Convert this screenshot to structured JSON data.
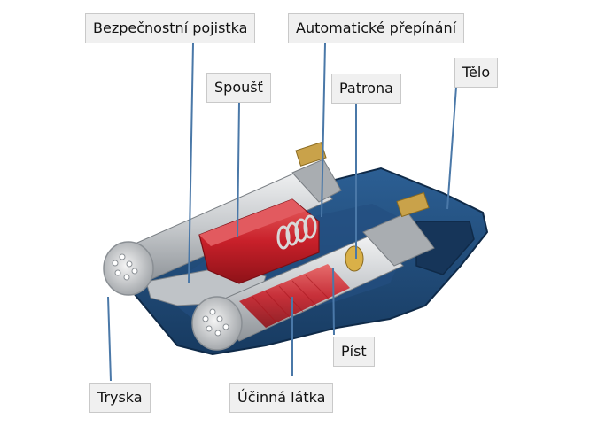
{
  "labels": {
    "safety": "Bezpečnostní pojistka",
    "auto_switch": "Automatické přepínání",
    "trigger": "Spoušť",
    "cartridge": "Patrona",
    "body": "Tělo",
    "piston": "Píst",
    "nozzle": "Tryska",
    "agent": "Účinná látka"
  },
  "colors": {
    "housing": "#1f4b7a",
    "trigger": "#c8202a",
    "cylinder": "#c9cccf",
    "leader_line": "#4a78a8",
    "label_bg": "#f0f0f0"
  }
}
